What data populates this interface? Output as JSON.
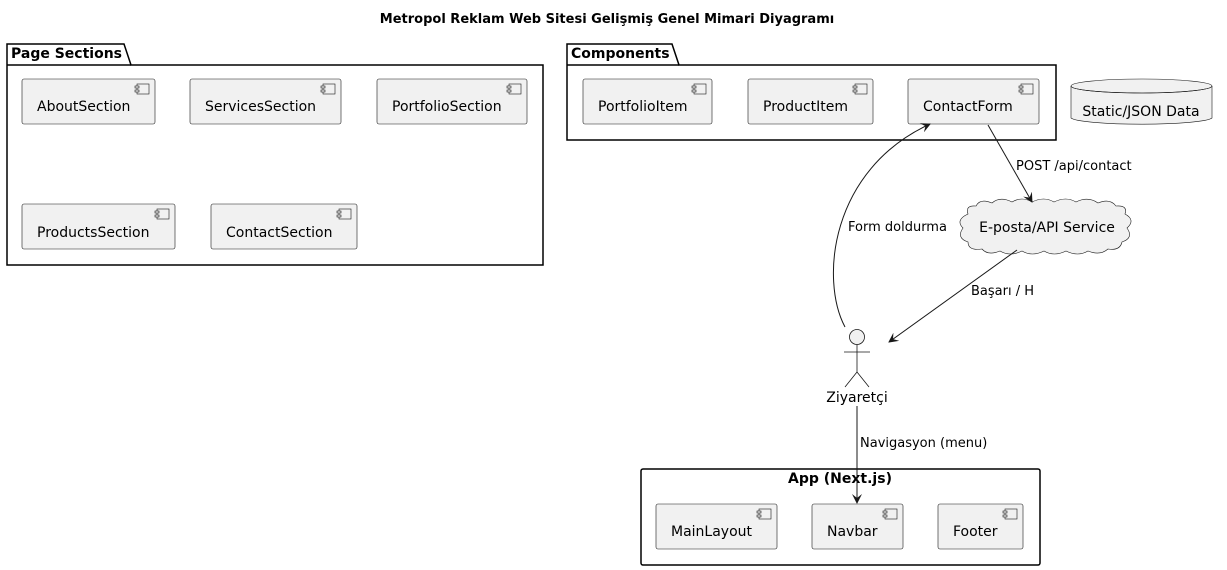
{
  "title": "Metropol Reklam Web Sitesi Gelişmiş Genel Mimari Diyagramı",
  "packages": {
    "page_sections": {
      "label": "Page Sections",
      "components": [
        "AboutSection",
        "ServicesSection",
        "PortfolioSection",
        "ProductsSection",
        "ContactSection"
      ]
    },
    "components": {
      "label": "Components",
      "components": [
        "PortfolioItem",
        "ProductItem",
        "ContactForm"
      ]
    },
    "app": {
      "label": "App (Next.js)",
      "components": [
        "MainLayout",
        "Navbar",
        "Footer"
      ]
    }
  },
  "database": {
    "label": "Static/JSON Data"
  },
  "cloud": {
    "label": "E-posta/API Service"
  },
  "actor": {
    "label": "Ziyaretçi"
  },
  "edges": [
    {
      "from": "ContactForm",
      "to": "E-posta/API Service",
      "label": "POST /api/contact"
    },
    {
      "from": "Ziyaretçi",
      "to": "ContactForm",
      "label": "Form doldurma"
    },
    {
      "from": "E-posta/API Service",
      "to": "Ziyaretçi",
      "label": "Başarı / H"
    },
    {
      "from": "Ziyaretçi",
      "to": "Navbar",
      "label": "Navigasyon (menu)"
    }
  ]
}
